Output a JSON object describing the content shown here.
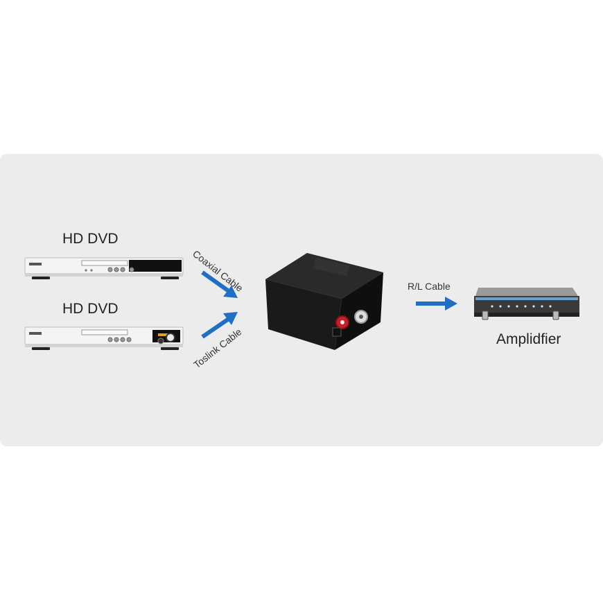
{
  "diagram": {
    "sources": [
      {
        "label": "HD DVD"
      },
      {
        "label": "HD DVD"
      }
    ],
    "cables": {
      "coaxial": "Coaxial Cable",
      "toslink": "Toslink Cable",
      "rl": "R/L Cable"
    },
    "destination": {
      "label": "Amplidfier"
    }
  },
  "colors": {
    "panel": "#ececec",
    "arrow": "#1f6fc4",
    "converter": "#1c1c1c"
  },
  "icons": [
    "dvd-player-icon",
    "dvd-player-icon",
    "converter-box-icon",
    "amplifier-icon",
    "arrow-icon"
  ]
}
